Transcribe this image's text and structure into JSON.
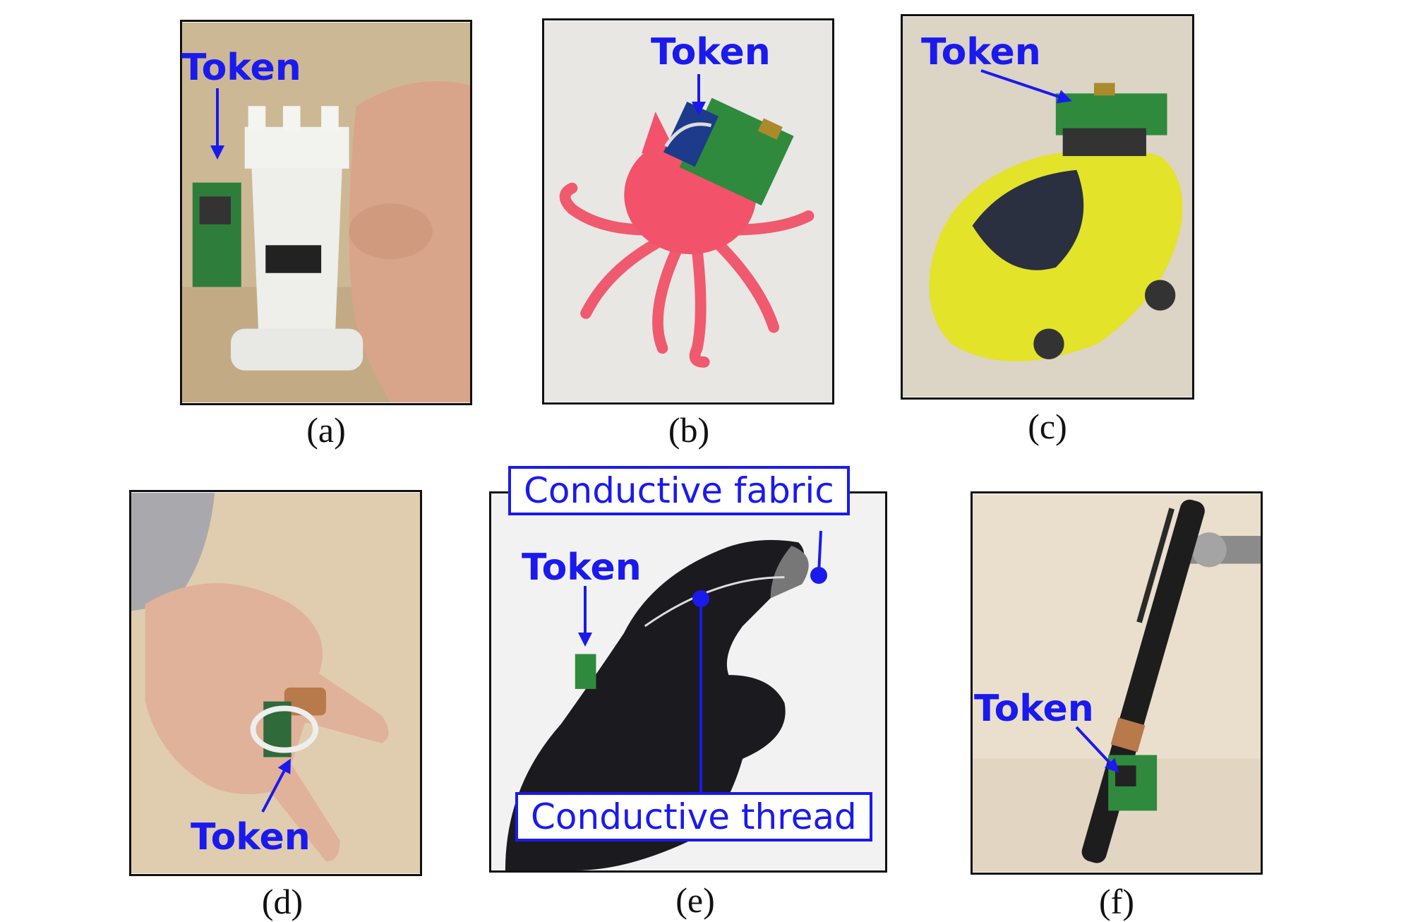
{
  "panels": [
    {
      "caption": "(a)",
      "label": "Token"
    },
    {
      "caption": "(b)",
      "label": "Token"
    },
    {
      "caption": "(c)",
      "label": "Token"
    },
    {
      "caption": "(d)",
      "label": "Token"
    },
    {
      "caption": "(e)",
      "label": "Token",
      "fabric_label": "Conductive fabric",
      "thread_label": "Conductive thread"
    },
    {
      "caption": "(f)",
      "label": "Token"
    }
  ],
  "colors": {
    "annotation": "#1a1aee",
    "frame": "#111111"
  }
}
